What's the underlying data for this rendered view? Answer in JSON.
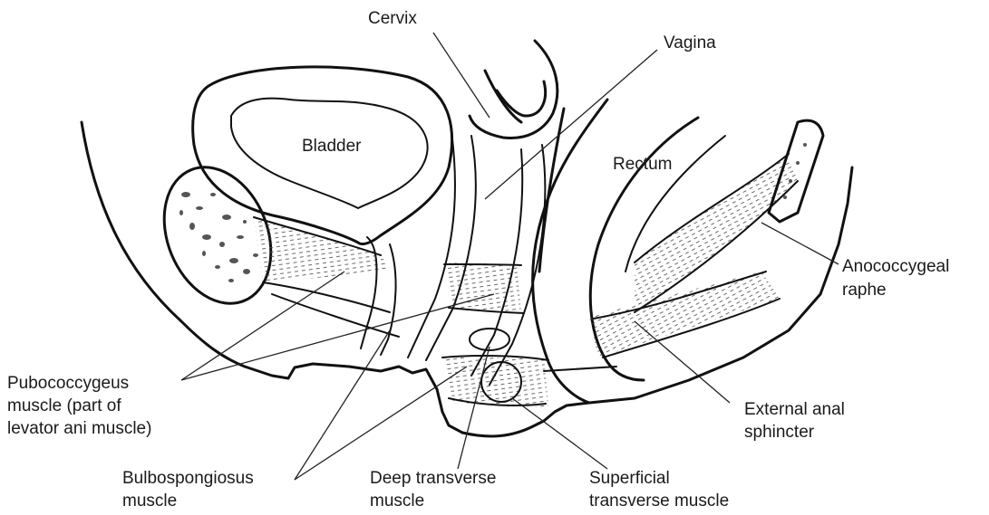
{
  "labels": {
    "cervix": "Cervix",
    "vagina": "Vagina",
    "bladder": "Bladder",
    "rectum": "Rectum",
    "anococcygeal_1": "Anococcygeal",
    "anococcygeal_2": "raphe",
    "pubococcygeus_1": "Pubococcygeus",
    "pubococcygeus_2": "muscle (part of",
    "pubococcygeus_3": "levator ani muscle)",
    "external_anal_1": "External anal",
    "external_anal_2": "sphincter",
    "bulbospongiosus_1": "Bulbospongiosus",
    "bulbospongiosus_2": "muscle",
    "deep_transverse_1": "Deep transverse",
    "deep_transverse_2": "muscle",
    "superficial_transverse_1": "Superficial",
    "superficial_transverse_2": "transverse muscle"
  },
  "colors": {
    "line": "#111111",
    "background": "#ffffff",
    "bone_speckle": "#555555"
  }
}
